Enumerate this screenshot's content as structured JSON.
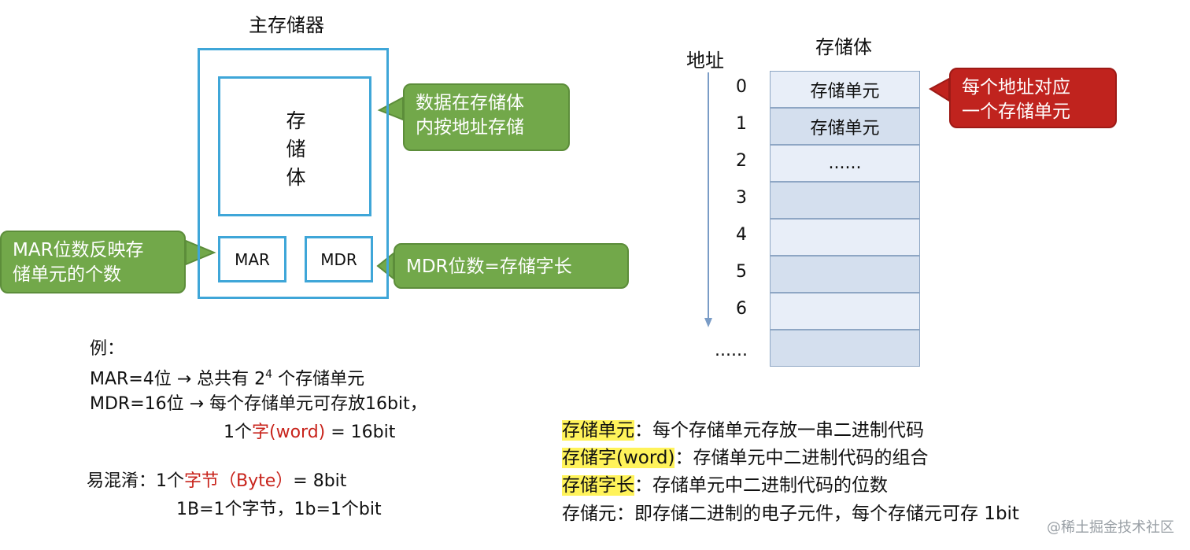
{
  "main_memory": {
    "title": "主存储器",
    "body_label": "存\n储\n体",
    "mar_label": "MAR",
    "mdr_label": "MDR"
  },
  "callouts": {
    "storage_by_address": "数据在存储体\n内按地址存储",
    "mar_bits": "MAR位数反映存\n储单元的个数",
    "mdr_bits": "MDR位数=存储字长",
    "address_map": "每个地址对应\n一个存储单元"
  },
  "example": {
    "label": "例：",
    "line1_prefix": "MAR=4位 → 总共有 2",
    "line1_sup": "4",
    "line1_suffix": " 个存储单元",
    "line2": "MDR=16位 → 每个存储单元可存放16bit，",
    "line3_prefix": "1个",
    "line3_red": "字(word)",
    "line3_suffix": " = 16bit"
  },
  "confusion": {
    "label": "易混淆：",
    "line1_prefix": "1个",
    "line1_red": "字节（Byte）",
    "line1_suffix": "= 8bit",
    "line2": "1B=1个字节，1b=1个bit"
  },
  "storage_body": {
    "title": "存储体",
    "address_label": "地址",
    "addresses": [
      "0",
      "1",
      "2",
      "3",
      "4",
      "5",
      "6",
      "......"
    ],
    "cells": [
      "存储单元",
      "存储单元",
      "......",
      "",
      "",
      "",
      "",
      ""
    ]
  },
  "definitions": [
    {
      "term": "存储单元",
      "text": "：每个存储单元存放一串二进制代码"
    },
    {
      "term": "存储字(word)",
      "text": "：存储单元中二进制代码的组合"
    },
    {
      "term": "存储字长",
      "text": "：存储单元中二进制代码的位数"
    },
    {
      "term": "存储元",
      "text": "：即存储二进制的电子元件，每个存储元可存 1bit"
    }
  ],
  "watermark": "@稀土掘金技术社区",
  "colors": {
    "box_border": "#3fa6d8",
    "callout_green": "#72a84a",
    "callout_red": "#c0231e",
    "highlight": "#fff35a"
  }
}
